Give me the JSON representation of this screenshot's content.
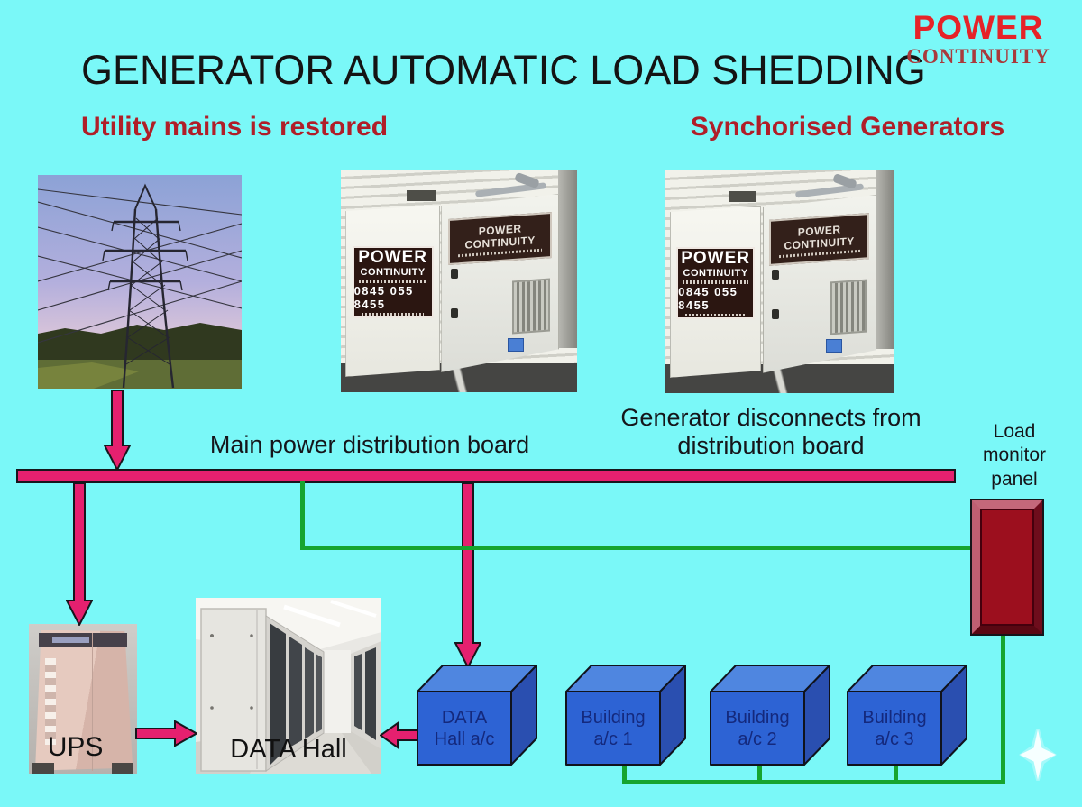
{
  "header": {
    "title": "GENERATOR AUTOMATIC LOAD SHEDDING",
    "logo_line1": "POWER",
    "logo_line2": "CONTINUITY"
  },
  "subheadings": {
    "left": "Utility mains is restored",
    "right": "Synchorised Generators"
  },
  "generator_sign": {
    "brand_top": "POWER",
    "brand_bottom": "CONTINUITY",
    "phone": "0845 055 8455",
    "side_brand": "POWER CONTINUITY"
  },
  "diagram_labels": {
    "main_board": "Main power distribution board",
    "generator_disconnect_line1": "Generator disconnects from",
    "generator_disconnect_line2": "distribution board",
    "load_monitor_line1": "Load",
    "load_monitor_line2": "monitor",
    "load_monitor_line3": "panel",
    "ups": "UPS",
    "data_hall": "DATA Hall"
  },
  "ac_units": [
    {
      "line1": "DATA",
      "line2": "Hall a/c"
    },
    {
      "line1": "Building",
      "line2": "a/c 1"
    },
    {
      "line1": "Building",
      "line2": "a/c 2"
    },
    {
      "line1": "Building",
      "line2": "a/c 3"
    }
  ],
  "colors": {
    "background_cyan": "#7af8f8",
    "bus_pink": "#e5206f",
    "wire_green": "#16a42f",
    "heading_dark_red": "#b01e28",
    "logo_power_red": "#e62328",
    "logo_continuity_red": "#a93a3c",
    "box_front_blue": "#2d63d4",
    "box_top_blue": "#4f86e0",
    "box_side_blue": "#2a4fb0",
    "box_text_navy": "#14297d",
    "panel_dark_red": "#9c0f1e"
  }
}
